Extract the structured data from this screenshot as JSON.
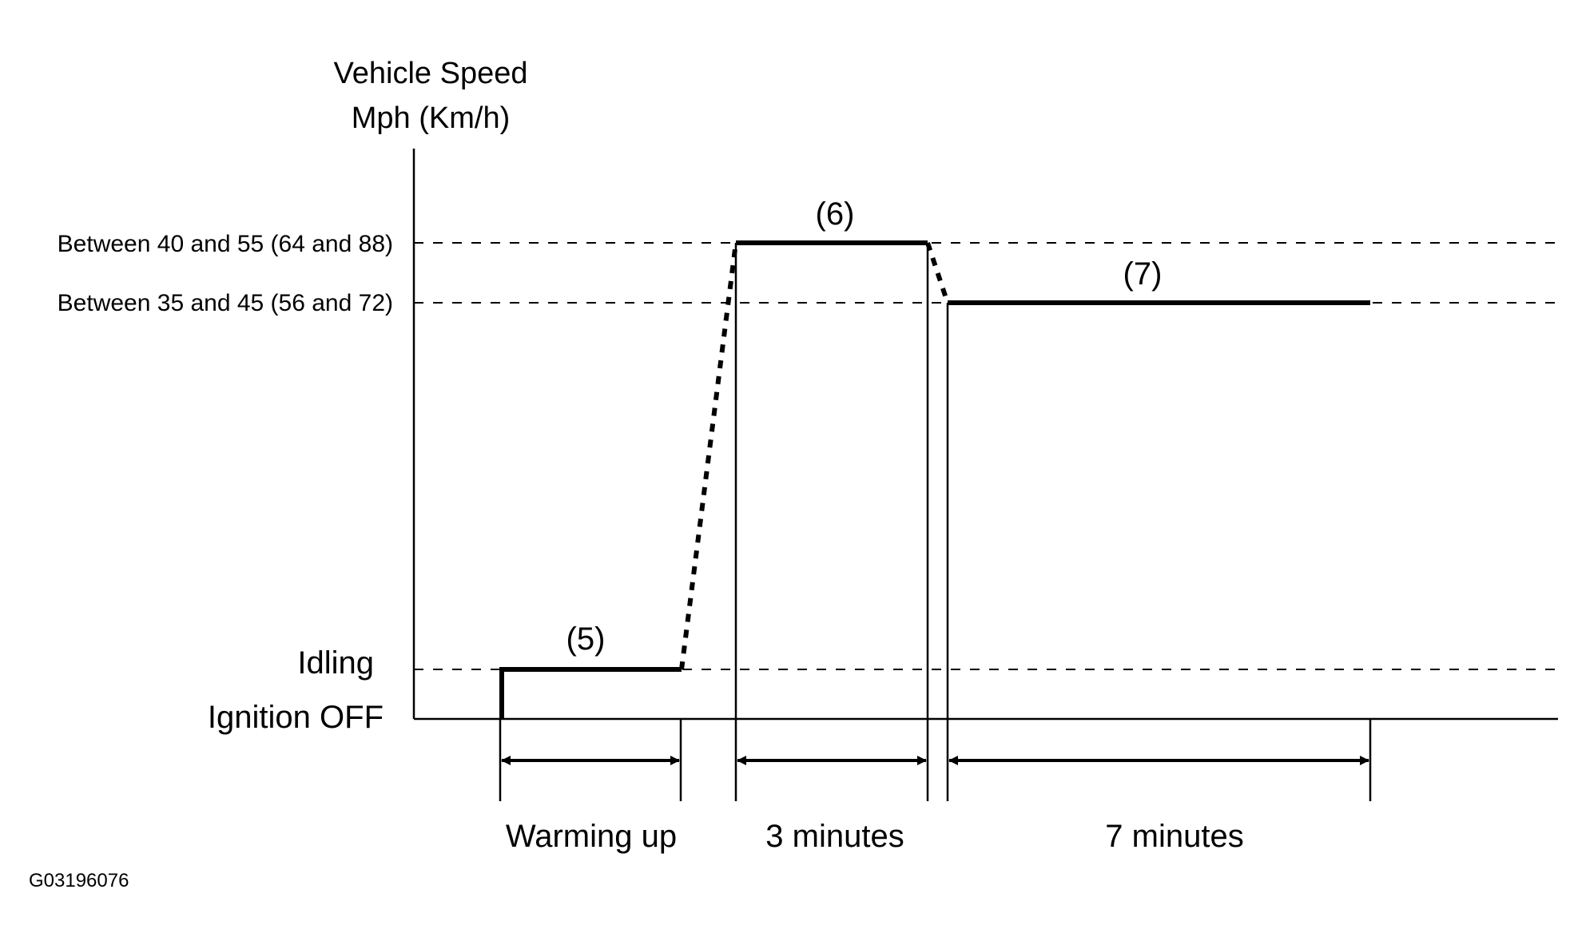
{
  "y_axis": {
    "title_line1": "Vehicle Speed",
    "title_line2": "Mph (Km/h)"
  },
  "levels": {
    "high": "Between 40 and 55 (64 and 88)",
    "mid": "Between 35 and 45 (56 and 72)",
    "idling": "Idling",
    "off": "Ignition OFF"
  },
  "steps": {
    "step5": "(5)",
    "step6": "(6)",
    "step7": "(7)"
  },
  "durations": {
    "warming": "Warming up",
    "three": "3 minutes",
    "seven": "7 minutes"
  },
  "figure_id": "G03196076",
  "colors": {
    "line": "#000000",
    "background": "#ffffff"
  }
}
